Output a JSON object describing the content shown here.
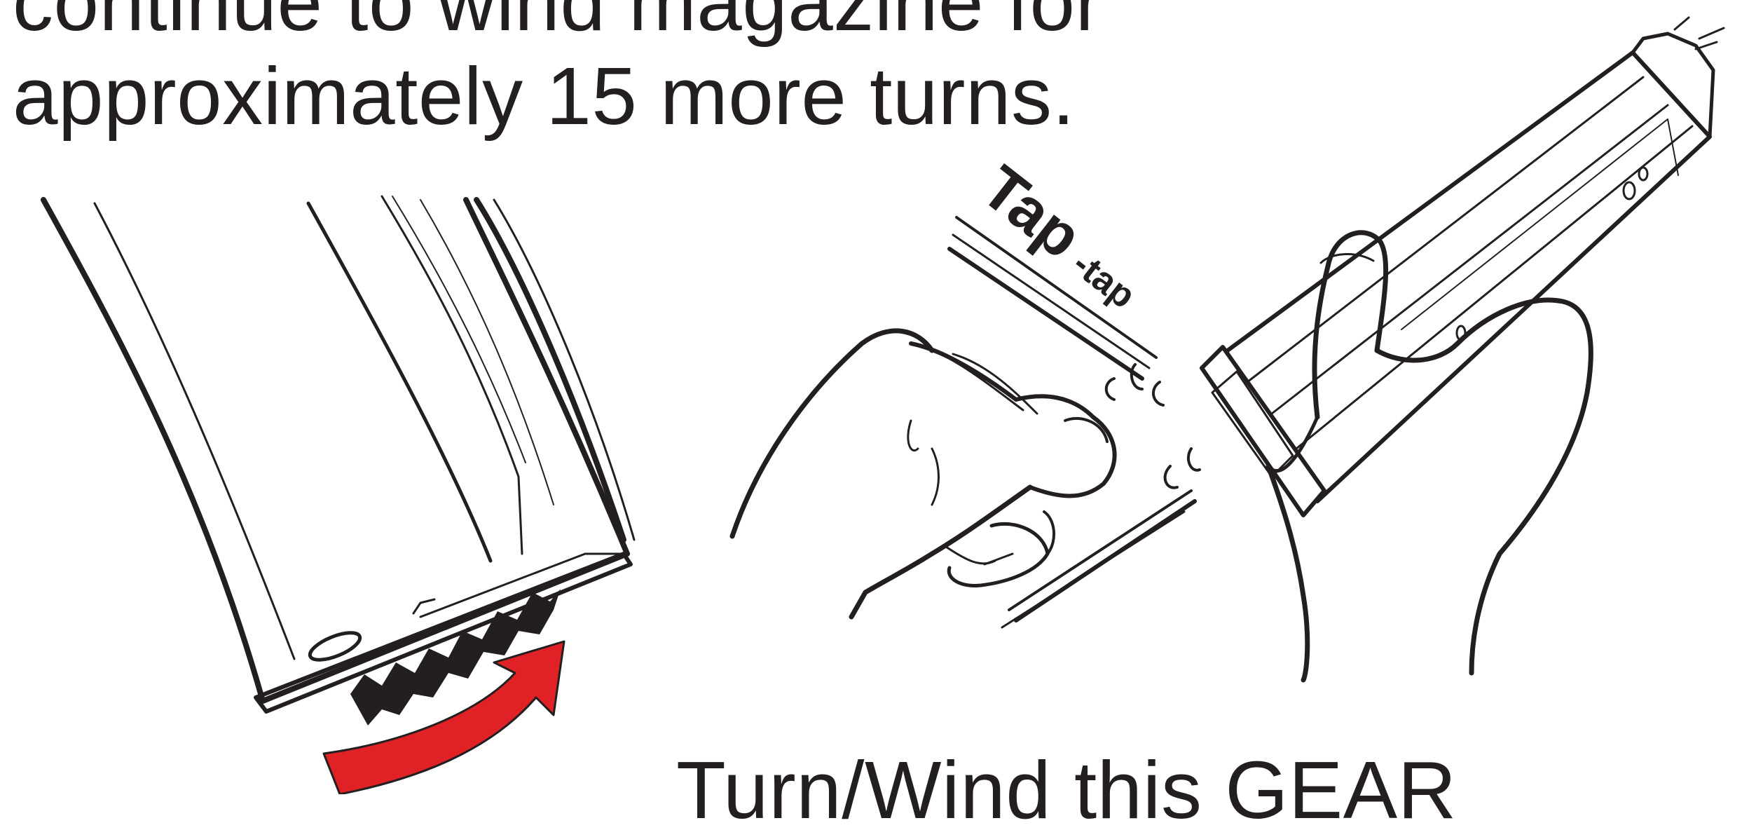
{
  "instruction": {
    "line1": "continue to wind magazine for",
    "line2": "approximately 15 more turns."
  },
  "tap_label": {
    "big": "Tap",
    "small": "-tap"
  },
  "gear_caption": "Turn/Wind this GEAR",
  "colors": {
    "ink": "#231f20",
    "arrow": "#e02226",
    "paper": "#ffffff"
  },
  "icons": [
    "curved-turn-arrow-icon"
  ]
}
